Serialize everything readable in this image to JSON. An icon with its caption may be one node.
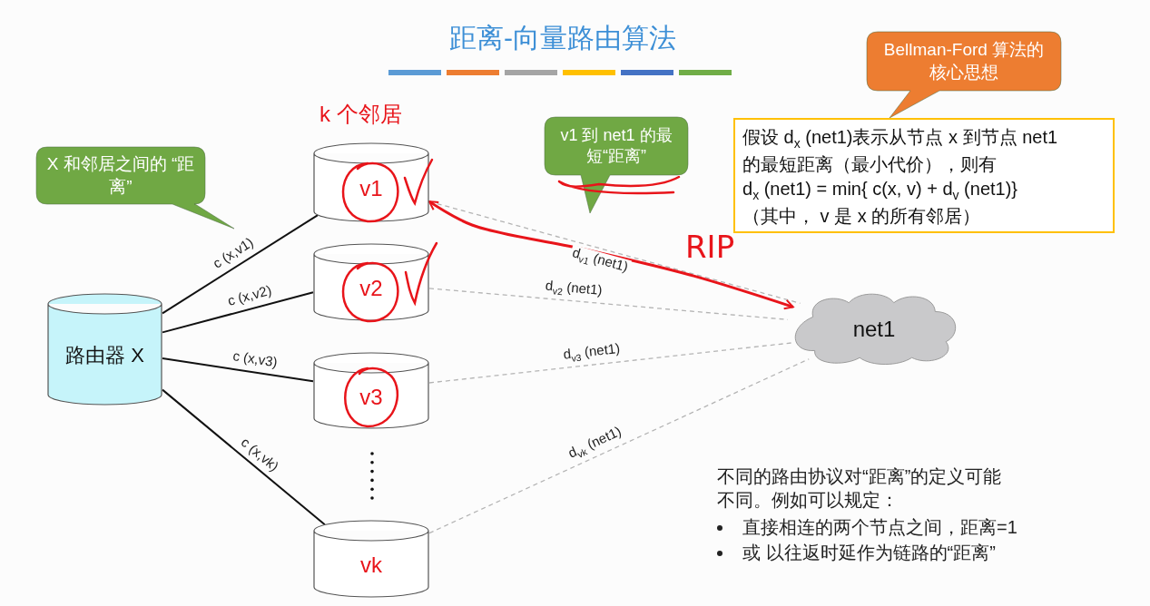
{
  "diagram": {
    "title": "距离-向量路由算法",
    "nodes": [
      {
        "text": [
          "路由器 X"
        ]
      },
      {
        "text": [
          "v1"
        ]
      },
      {
        "text": [
          "v2"
        ]
      },
      {
        "text": [
          "v3"
        ]
      },
      {
        "text": [
          "vk"
        ]
      },
      {
        "text": [
          "net1"
        ]
      },
      {
        "text": [
          "X 和邻居之间的 “距离”"
        ]
      },
      {
        "text": [
          "v1 到 net1 的最短“距离”"
        ]
      },
      {
        "text": [
          "Bellman-Ford 算法的核心思想"
        ]
      },
      {
        "text": [
          "假设 d$_{x}$ (net1)表示从节点 x 到节点 net1的最短距离（最小代价），则有",
          "d$_{x}$ (net1) = min{ c(x, v) + d$_{v}$ (net1)}",
          "（其中， v 是 x 的所有邻居）"
        ]
      }
    ],
    "edges": [
      {
        "from": 0,
        "to": 1,
        "arrow": "none",
        "label": "c (x,v1)"
      },
      {
        "from": 0,
        "to": 2,
        "arrow": "none",
        "label": "c (x,v2)"
      },
      {
        "from": 0,
        "to": 3,
        "arrow": "none",
        "label": "c (x,v3)"
      },
      {
        "from": 0,
        "to": 4,
        "arrow": "none",
        "label": "c (x,vk)"
      },
      {
        "from": 1,
        "to": 5,
        "arrow": "none",
        "label": "d$_{v1}$ (net1)",
        "style": "dashed",
        "color": "#b4b4b4"
      },
      {
        "from": 2,
        "to": 5,
        "arrow": "none",
        "label": "d$_{v2}$ (net1)",
        "style": "dashed",
        "color": "#b4b4b4"
      },
      {
        "from": 3,
        "to": 5,
        "arrow": "none",
        "label": "d$_{v3}$ (net1)",
        "style": "dashed",
        "color": "#b4b4b4"
      },
      {
        "from": 4,
        "to": 5,
        "arrow": "none",
        "label": "d$_{vk}$ (net1)",
        "style": "dashed",
        "color": "#b4b4b4"
      },
      {
        "from": 1,
        "to": 5,
        "arrow": "both",
        "color": "#e8141a"
      }
    ],
    "labels": [
      "k 个邻居",
      "RIP",
      "不同的路由协议对“距离”的定义可能不同。例如可以规定：",
      "直接相连的两个节点之间，距离=1",
      "或 以往返时延作为链路的“距离”"
    ]
  }
}
